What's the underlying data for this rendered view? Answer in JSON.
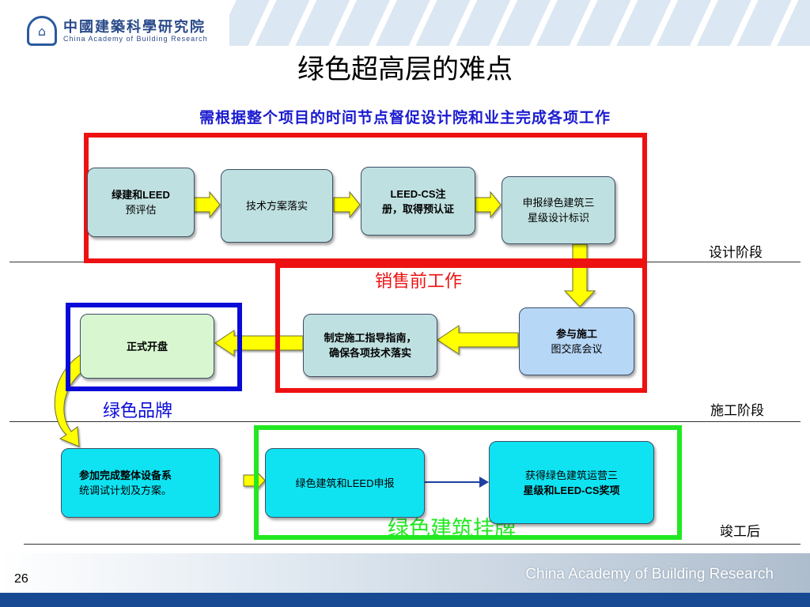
{
  "header": {
    "logo_cn": "中國建築科學研究院",
    "logo_en": "China Academy of Building Research",
    "logo_icon": "building-seal-icon"
  },
  "title": "绿色超高层的难点",
  "subtitle": "需根据整个项目的时间节点督促设计院和业主完成各项工作",
  "stages": {
    "design": "设计阶段",
    "construction": "施工阶段",
    "completion": "竣工后"
  },
  "frames": {
    "presale": "销售前工作",
    "brand": "绿色品牌",
    "plaque": "绿色建筑挂牌"
  },
  "boxes": {
    "b1_line1": "绿建和LEED",
    "b1_line2": "预评估",
    "b2": "技术方案落实",
    "b3_line1": "LEED-CS注",
    "b3_line2": "册，取得预认证",
    "b4_line1": "申报绿色建筑三",
    "b4_line2": "星级设计标识",
    "b5_line1": "参与施工",
    "b5_line2": "图交底会议",
    "b6_line1": "制定施工指导指南，",
    "b6_line2": "确保各项技术落实",
    "b7": "正式开盘",
    "b8_line1": "参加完成整体设备系",
    "b8_line2": "统调试计划及方案。",
    "b9": "绿色建筑和LEED申报",
    "b10_line1": "获得绿色建筑运营三",
    "b10_line2": "星级和LEED-CS奖项"
  },
  "footer": {
    "org": "China Academy of Building Research",
    "page": "26"
  },
  "colors": {
    "red_frame": "#ee1111",
    "blue_frame": "#0a0ad8",
    "green_frame": "#22e822",
    "arrow_fill": "#ffff00",
    "subtitle": "#1b1bd0",
    "footer_bar": "#174a93"
  }
}
